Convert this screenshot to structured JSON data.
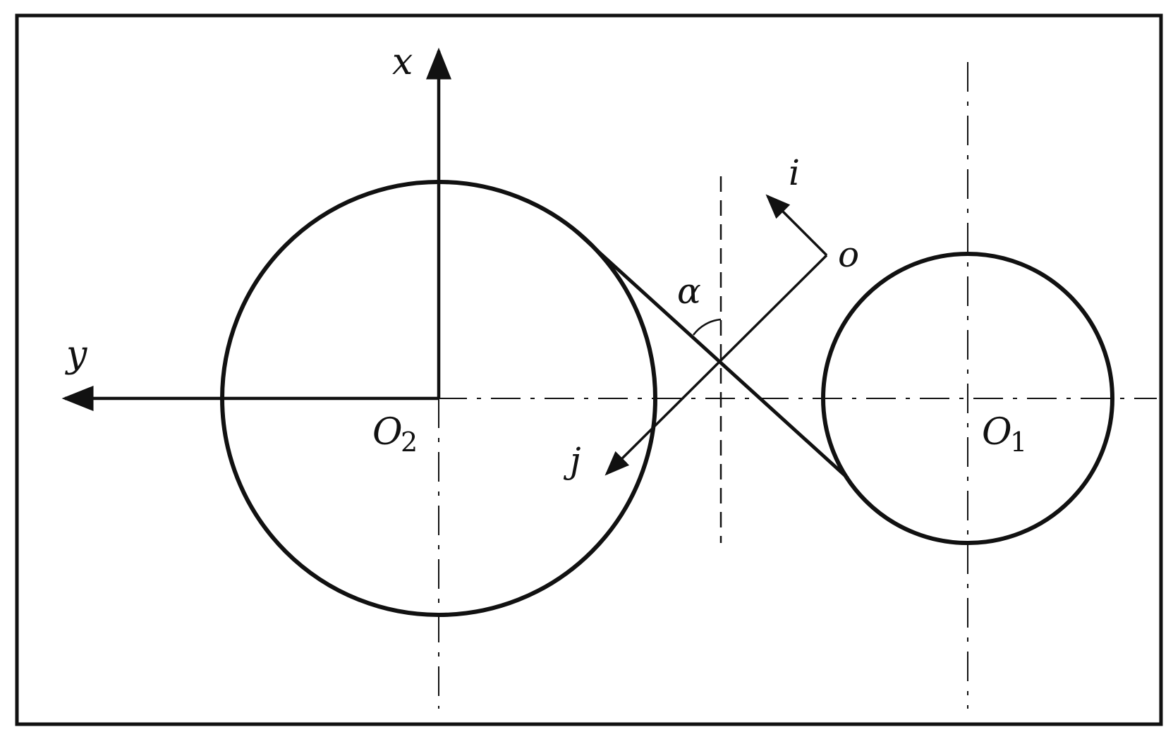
{
  "labels": {
    "x_axis": "x",
    "y_axis": "y",
    "o2_main": "O",
    "o2_sub": "2",
    "o1_main": "O",
    "o1_sub": "1",
    "origin_o": "o",
    "axis_i": "i",
    "axis_j": "j",
    "angle": "α"
  },
  "colors": {
    "ink": "#111111",
    "background": "#ffffff"
  }
}
